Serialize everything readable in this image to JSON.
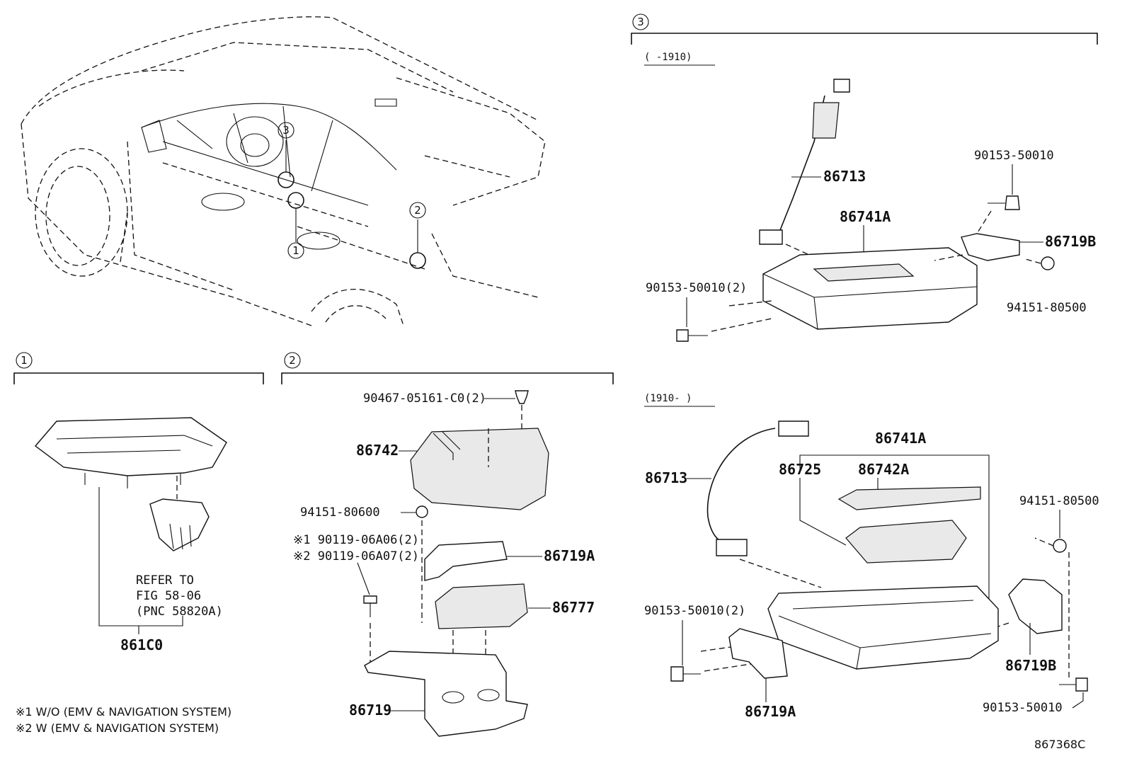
{
  "figure_code": "867368C",
  "circle_numbers": [
    "1",
    "2",
    "3"
  ],
  "overview": {
    "markers": [
      "3",
      "1",
      "2"
    ]
  },
  "section1": {
    "number": "1",
    "refer": [
      "REFER TO",
      "FIG 58-06",
      "(PNC 58820A)"
    ],
    "part": "861C0"
  },
  "section2": {
    "number": "2",
    "clip": "90467-05161-C0(2)",
    "cover": "86742",
    "nut": "94151-80600",
    "bolt1": "※1 90119-06A06(2)",
    "bolt2": "※2 90119-06A07(2)",
    "bracket_a": "86719A",
    "module": "86777",
    "bracket": "86719"
  },
  "section3": {
    "number": "3",
    "upper": {
      "period": "(    -1910)",
      "wire": "86713",
      "screw_top": "90153-50010",
      "receiver": "86741A",
      "bracket_b": "86719B",
      "screws": "90153-50010(2)",
      "nut": "94151-80500"
    },
    "lower": {
      "period": "(1910-    )",
      "receiver": "86741A",
      "wire": "86713",
      "antenna": "86725",
      "board": "86742A",
      "nut": "94151-80500",
      "screws": "90153-50010(2)",
      "bracket_b": "86719B",
      "bracket_a": "86719A",
      "screw": "90153-50010"
    }
  },
  "footnotes": [
    "※1 W/O (EMV & NAVIGATION SYSTEM)",
    "※2 W (EMV & NAVIGATION SYSTEM)"
  ]
}
